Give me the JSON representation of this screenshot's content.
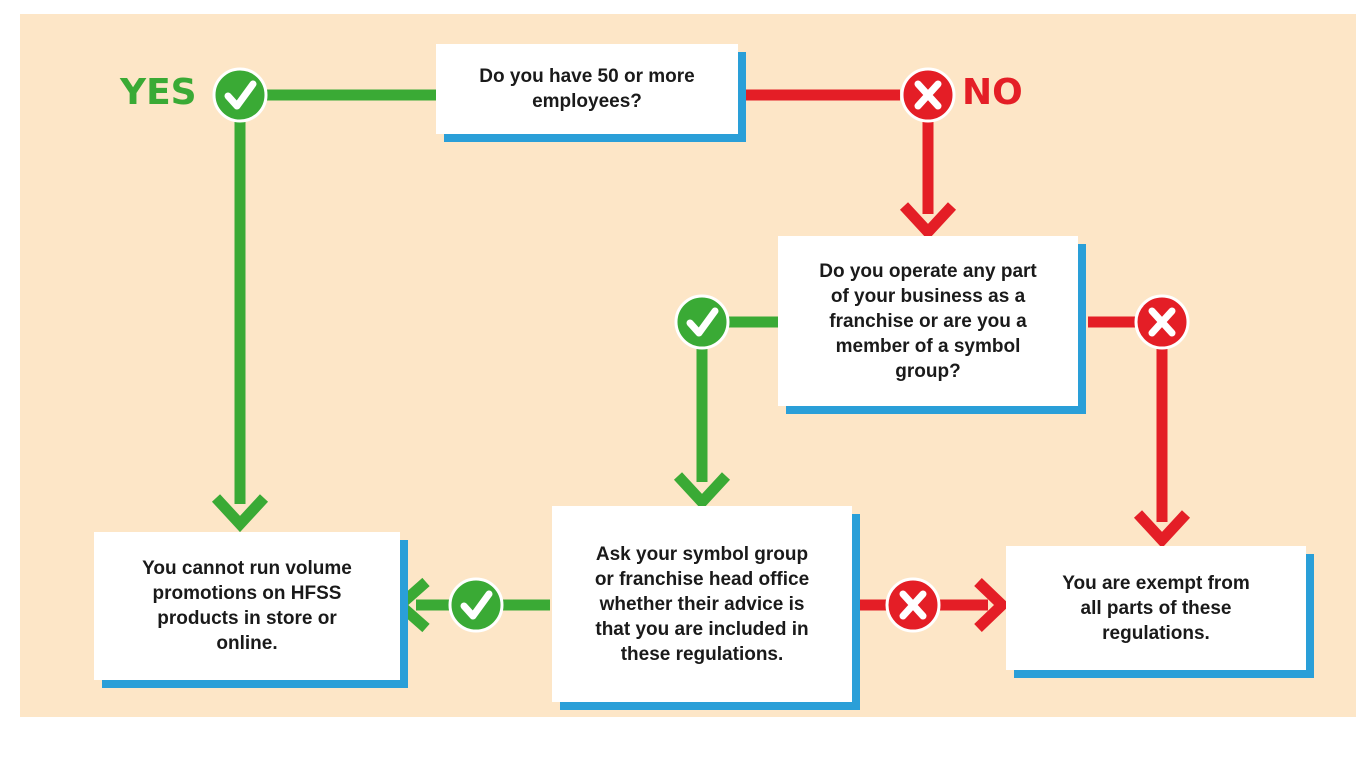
{
  "labels": {
    "yes": "YES",
    "no": "NO"
  },
  "colors": {
    "background": "#fde6c7",
    "yes": "#3aaa35",
    "no": "#e41e26",
    "box_shadow": "#2a9fd8"
  },
  "boxes": {
    "employees_question": "Do you have 50 or more employees?",
    "franchise_question": "Do you operate any part of your business as a franchise or are you a member of a symbol group?",
    "ask_head_office": "Ask your symbol group or franchise head office whether their advice is that you are included in these regulations.",
    "cannot_run": "You cannot run volume promotions on HFSS products in store or online.",
    "exempt": "You are exempt from all parts of these regulations."
  },
  "icons": {
    "yes": "check-icon",
    "no": "x-icon"
  }
}
